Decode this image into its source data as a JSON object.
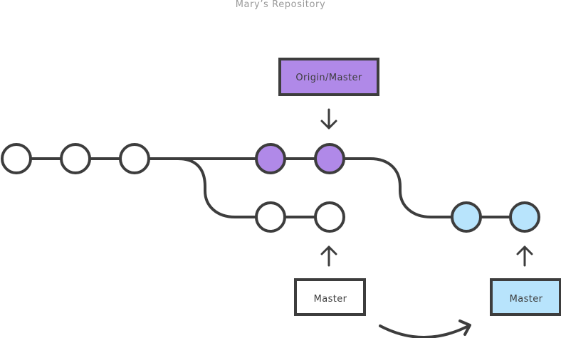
{
  "title": "Mary’s Repository",
  "colors": {
    "stroke": "#3d3d3d",
    "commit_default": "#ffffff",
    "commit_origin": "#b089e8",
    "commit_local": "#b8e4fc",
    "label_origin": "#b089e8",
    "label_master_old": "#ffffff",
    "label_master_new": "#b8e4fc"
  },
  "labels": {
    "origin_master": "Origin/Master",
    "master_old": "Master",
    "master_new": "Master"
  },
  "commits": [
    {
      "id": "c1",
      "branch": "main",
      "kind": "default"
    },
    {
      "id": "c2",
      "branch": "main",
      "kind": "default"
    },
    {
      "id": "c3",
      "branch": "main",
      "kind": "default"
    },
    {
      "id": "c4",
      "branch": "origin",
      "kind": "origin"
    },
    {
      "id": "c5",
      "branch": "origin",
      "kind": "origin"
    },
    {
      "id": "c6",
      "branch": "local-old",
      "kind": "default"
    },
    {
      "id": "c7",
      "branch": "local-old",
      "kind": "default"
    },
    {
      "id": "c8",
      "branch": "local-rebased",
      "kind": "local"
    },
    {
      "id": "c9",
      "branch": "local-rebased",
      "kind": "local"
    }
  ]
}
